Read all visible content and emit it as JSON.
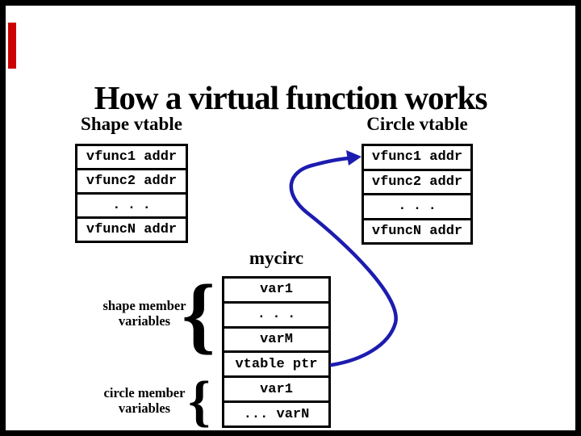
{
  "slide": {
    "title": "How a virtual function works",
    "background": "#ffffff",
    "frame_color": "#000000",
    "marker_color": "#cc0000"
  },
  "shape_vtable": {
    "header": "Shape vtable",
    "rows": [
      "vfunc1 addr",
      "vfunc2 addr",
      "...",
      "vfuncN addr"
    ]
  },
  "circle_vtable": {
    "header": "Circle vtable",
    "rows": [
      "vfunc1 addr",
      "vfunc2 addr",
      "...",
      "vfuncN addr"
    ]
  },
  "mycirc": {
    "header": "mycirc",
    "rows": [
      "var1",
      "...",
      "varM",
      "vtable ptr",
      "var1",
      "... varN"
    ]
  },
  "annotations": {
    "shape_members": {
      "line1": "shape member",
      "line2": "variables",
      "brace": "{"
    },
    "circle_members": {
      "line1": "circle member",
      "line2": "variables",
      "brace": "{"
    }
  },
  "arrow": {
    "color": "#1c1cb0",
    "from": "vtable ptr",
    "to": "vfunc1 addr"
  }
}
